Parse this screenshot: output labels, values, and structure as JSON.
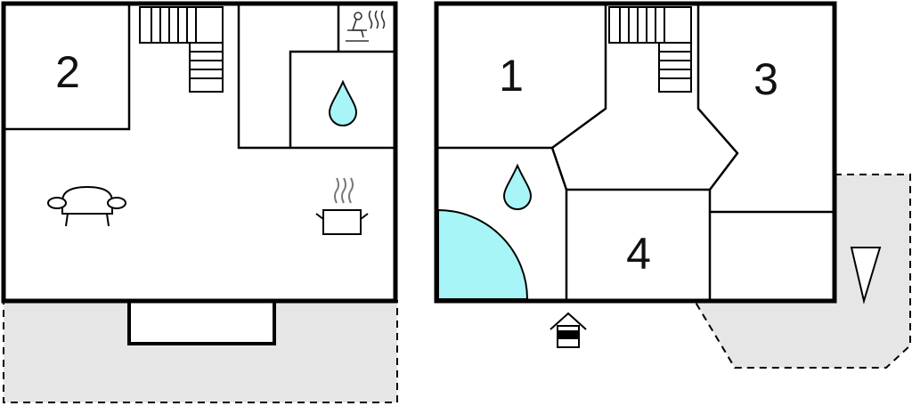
{
  "room_numbers": {
    "left_upper_left": "2",
    "right_upper_left": "1",
    "right_upper_right": "3",
    "right_center": "4"
  },
  "icons": {
    "sauna": "sauna-icon",
    "bathroom_left": "water-drop-icon",
    "bathroom_right": "water-drop-icon",
    "living": "sofa-icon",
    "kitchen": "cooking-pot-icon",
    "entrance": "entrance-house-icon",
    "terrace_direction": "triangle-marker-icon"
  },
  "colors": {
    "wall": "#000000",
    "water": "#a8f5f8",
    "terrace": "#e6e6e6",
    "background": "#ffffff"
  }
}
